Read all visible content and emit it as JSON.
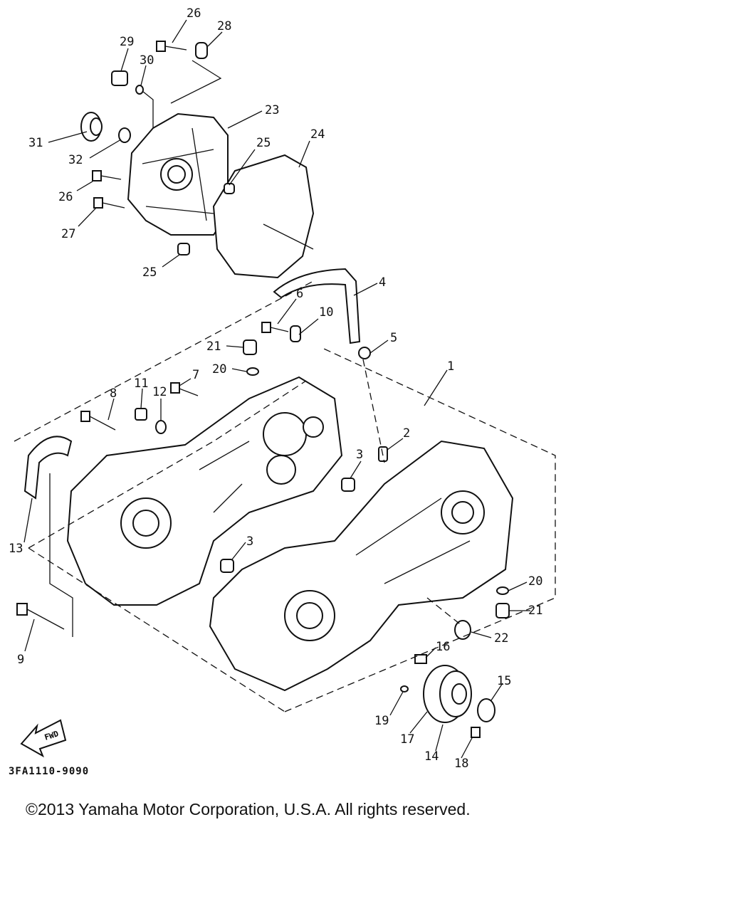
{
  "diagram": {
    "callouts": [
      {
        "id": "c26a",
        "text": "26"
      },
      {
        "id": "c28",
        "text": "28"
      },
      {
        "id": "c29",
        "text": "29"
      },
      {
        "id": "c30",
        "text": "30"
      },
      {
        "id": "c23",
        "text": "23"
      },
      {
        "id": "c31",
        "text": "31"
      },
      {
        "id": "c32",
        "text": "32"
      },
      {
        "id": "c25a",
        "text": "25"
      },
      {
        "id": "c24",
        "text": "24"
      },
      {
        "id": "c26b",
        "text": "26"
      },
      {
        "id": "c27",
        "text": "27"
      },
      {
        "id": "c25b",
        "text": "25"
      },
      {
        "id": "c4",
        "text": "4"
      },
      {
        "id": "c6",
        "text": "6"
      },
      {
        "id": "c10",
        "text": "10"
      },
      {
        "id": "c21a",
        "text": "21"
      },
      {
        "id": "c5",
        "text": "5"
      },
      {
        "id": "c20a",
        "text": "20"
      },
      {
        "id": "c7",
        "text": "7"
      },
      {
        "id": "c1",
        "text": "1"
      },
      {
        "id": "c11",
        "text": "11"
      },
      {
        "id": "c12",
        "text": "12"
      },
      {
        "id": "c8",
        "text": "8"
      },
      {
        "id": "c2",
        "text": "2"
      },
      {
        "id": "c3a",
        "text": "3"
      },
      {
        "id": "c13",
        "text": "13"
      },
      {
        "id": "c3b",
        "text": "3"
      },
      {
        "id": "c20b",
        "text": "20"
      },
      {
        "id": "c21b",
        "text": "21"
      },
      {
        "id": "c22",
        "text": "22"
      },
      {
        "id": "c9",
        "text": "9"
      },
      {
        "id": "c16",
        "text": "16"
      },
      {
        "id": "c15",
        "text": "15"
      },
      {
        "id": "c19",
        "text": "19"
      },
      {
        "id": "c17",
        "text": "17"
      },
      {
        "id": "c14",
        "text": "14"
      },
      {
        "id": "c18",
        "text": "18"
      }
    ],
    "fwd_label": "FWD",
    "drawing_code": "3FA1110-9090"
  },
  "footer": {
    "copyright": "©2013 Yamaha Motor Corporation, U.S.A. All rights reserved."
  }
}
